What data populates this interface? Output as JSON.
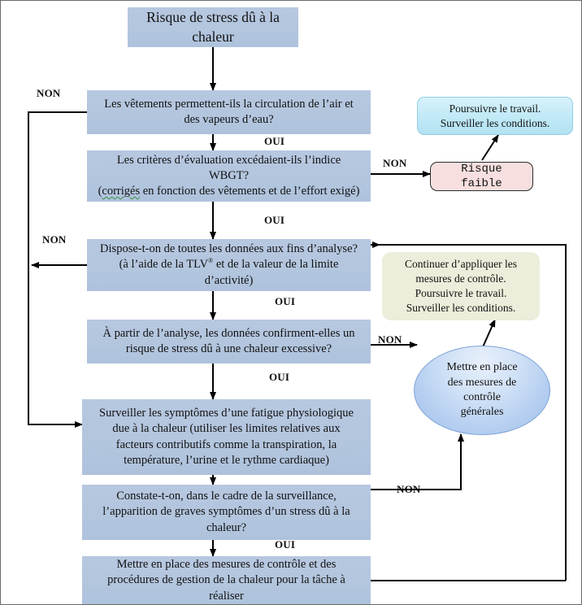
{
  "diagram": {
    "title": "Risque de stress dû à la chaleur",
    "language": "fr",
    "type": "flowchart"
  },
  "nodes": {
    "start": {
      "label": "Risque de stress dû à la chaleur",
      "shape": "rectangle",
      "color": "#b3c6de"
    },
    "q1": {
      "line1": "Les vêtements permettent-ils la circulation de l’air et",
      "line2": "des vapeurs d’eau?",
      "shape": "rectangle",
      "color": "#b3c6de"
    },
    "q2": {
      "line1": "Les critères d’évaluation excédaient-ils l’indice",
      "line2": "WBGT?",
      "line3_prefix": "(",
      "line3_flagged": "corrigés",
      "line3_rest": " en fonction des vêtements et de l’effort exigé)",
      "shape": "rectangle",
      "color": "#b3c6de"
    },
    "q3": {
      "line1": "Dispose-t-on de toutes les données aux fins d’analyse?",
      "line2_a": "(à l’aide de la TLV",
      "line2_sup": "®",
      "line2_b": " et de la valeur de la limite",
      "line3": "d’activité)",
      "shape": "rectangle",
      "color": "#b3c6de"
    },
    "q4": {
      "line1": "À partir de l’analyse, les données confirment-elles un",
      "line2": "risque de stress dû à une chaleur excessive?",
      "shape": "rectangle",
      "color": "#b3c6de"
    },
    "q5": {
      "line1": "Surveiller les symptômes d’une fatigue physiologique",
      "line2": "due à la chaleur (utiliser les limites relatives aux",
      "line3": "facteurs contributifs comme la transpiration, la",
      "line4": "température, l’urine et le rythme cardiaque)",
      "shape": "rectangle",
      "color": "#b3c6de"
    },
    "q6": {
      "line1": "Constate-t-on, dans le cadre de la surveillance,",
      "line2": "l’apparition de graves symptômes d’un stress dû à la",
      "line3": "chaleur?",
      "shape": "rectangle",
      "color": "#b3c6de"
    },
    "q7": {
      "line1": "Mettre en place des mesures de contrôle et des",
      "line2": "procédures de gestion de la chaleur pour la tâche à",
      "line3": "réaliser",
      "shape": "rectangle",
      "color": "#b3c6de"
    },
    "continue_work": {
      "line1": "Poursuivre le travail.",
      "line2": "Surveiller les conditions.",
      "shape": "rounded-rectangle",
      "color": "#bfe8f6"
    },
    "low_risk": {
      "label": "Risque  faible",
      "shape": "rounded-rectangle",
      "color": "#f7dfdf"
    },
    "continue_controls": {
      "line1": "Continuer d’appliquer les",
      "line2": "mesures de contrôle.",
      "line3": "Poursuivre le travail.",
      "line4": "Surveiller les conditions.",
      "shape": "rounded-rectangle",
      "color": "#ecedda"
    },
    "general_controls": {
      "line1": "Mettre en place",
      "line2": "des mesures de",
      "line3": "contrôle",
      "line4": "générales",
      "shape": "ellipse",
      "color": "#bcd4f2"
    }
  },
  "edge_labels": {
    "non_1": "NON",
    "oui_1": "OUI",
    "non_2": "NON",
    "oui_2": "OUI",
    "non_3": "NON",
    "oui_3": "OUI",
    "non_4": "NON",
    "oui_4": "OUI",
    "non_5": "NON",
    "oui_5": "OUI"
  }
}
